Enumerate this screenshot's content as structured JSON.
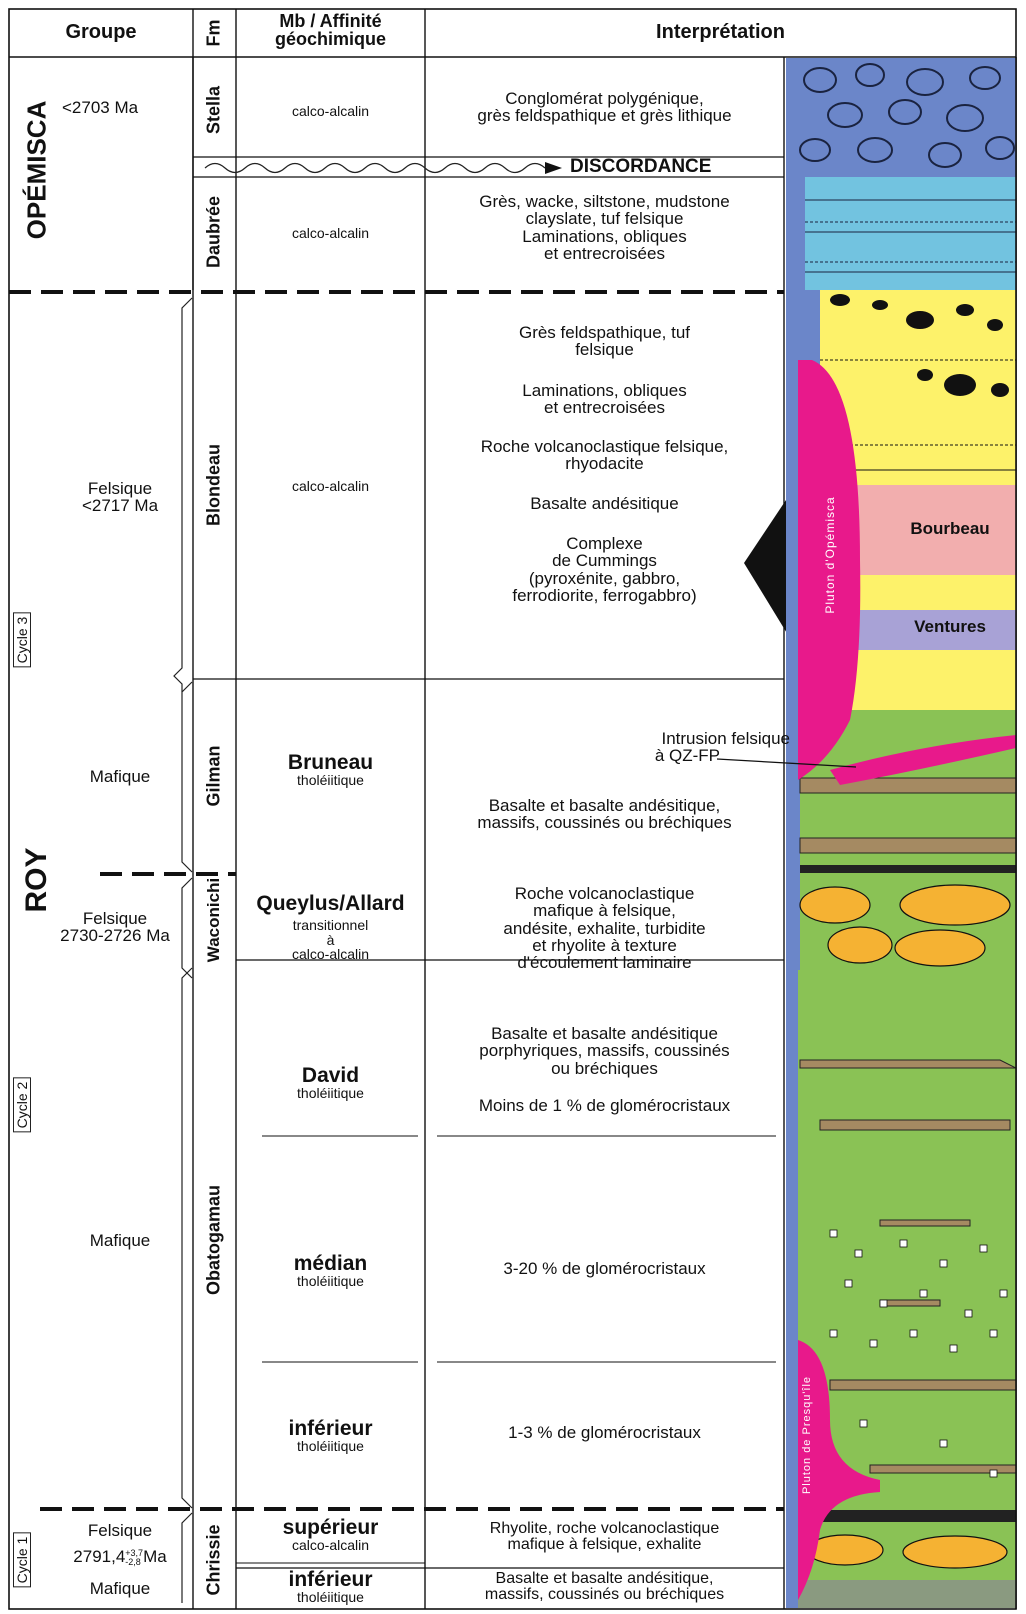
{
  "headers": {
    "groupe": "Groupe",
    "fm": "Fm",
    "mb_line1": "Mb / Affinité",
    "mb_line2": "géochimique",
    "interpretation": "Interprétation"
  },
  "groups": {
    "opemisca": "OPÉMISCA",
    "opemisca_age": "<2703 Ma",
    "roy": "ROY",
    "roy_felsique_1": "Felsique",
    "roy_felsique_1_age": "<2717 Ma",
    "roy_mafique_1": "Mafique",
    "roy_felsique_2": "Felsique",
    "roy_felsique_2_age": "2730-2726 Ma",
    "roy_mafique_2": "Mafique",
    "chrissie_felsique": "Felsique",
    "chrissie_age_base": "2791,4",
    "chrissie_age_plus": "+3,7",
    "chrissie_age_minus": "-2,8",
    "chrissie_age_unit": "Ma",
    "chrissie_mafique": "Mafique"
  },
  "cycles": {
    "cycle3": "Cycle 3",
    "cycle2": "Cycle 2",
    "cycle1": "Cycle 1"
  },
  "formations": {
    "stella": "Stella",
    "daubree": "Daubrée",
    "blondeau": "Blondeau",
    "gilman": "Gilman",
    "waconichi": "Waconichi",
    "obatogamau": "Obatogamau",
    "chrissie": "Chrissie"
  },
  "members": {
    "stella_aff": "calco-alcalin",
    "daubree_aff": "calco-alcalin",
    "blondeau_aff": "calco-alcalin",
    "bruneau": "Bruneau",
    "bruneau_aff": "tholéiitique",
    "queylus": "Queylus/Allard",
    "queylus_aff1": "transitionnel",
    "queylus_aff2": "à",
    "queylus_aff3": "calco-alcalin",
    "david": "David",
    "david_aff": "tholéiitique",
    "median": "médian",
    "median_aff": "tholéiitique",
    "inferieur_obat": "inférieur",
    "inferieur_obat_aff": "tholéiitique",
    "superieur": "supérieur",
    "superieur_aff": "calco-alcalin",
    "inferieur_chr": "inférieur",
    "inferieur_chr_aff": "tholéiitique"
  },
  "interpretation": {
    "stella_1": "Conglomérat polygénique,",
    "stella_2": "grès feldspathique et grès lithique",
    "discordance": "DISCORDANCE",
    "daubree_1": "Grès, wacke, siltstone, mudstone",
    "daubree_2": "clayslate, tuf felsique",
    "daubree_3": "Laminations, obliques",
    "daubree_4": "et entrecroisées",
    "blondeau_1": "Grès feldspathique, tuf",
    "blondeau_2": "felsique",
    "blondeau_3": "Laminations, obliques",
    "blondeau_4": "et entrecroisées",
    "blondeau_5": "Roche volcanoclastique felsique,",
    "blondeau_6": "rhyodacite",
    "blondeau_7": "Basalte andésitique",
    "blondeau_8": "Complexe",
    "blondeau_9": "de Cummings",
    "blondeau_10": "(pyroxénite, gabbro,",
    "blondeau_11": "ferrodiorite, ferrogabbro)",
    "gilman_intr_1": "Intrusion felsique",
    "gilman_intr_2": "à QZ-FP",
    "gilman_1": "Basalte et basalte andésitique,",
    "gilman_2": "massifs, coussinés ou bréchiques",
    "waconichi_1": "Roche volcanoclastique",
    "waconichi_2": "mafique à felsique,",
    "waconichi_3": "andésite, exhalite, turbidite",
    "waconichi_4": "et rhyolite à texture",
    "waconichi_5": "d'écoulement laminaire",
    "david_1": "Basalte et basalte andésitique",
    "david_2": "porphyriques, massifs, coussinés",
    "david_3": "ou bréchiques",
    "david_4": "Moins de 1 % de glomérocristaux",
    "median_1": "3-20 % de glomérocristaux",
    "inferieur_1": "1-3 % de glomérocristaux",
    "superieur_1": "Rhyolite, roche volcanoclastique",
    "superieur_2": "mafique à felsique, exhalite",
    "chr_inf_1": "Basalte et basalte andésitique,",
    "chr_inf_2": "massifs, coussinés ou bréchiques"
  },
  "column_labels": {
    "bourbeau": "Bourbeau",
    "ventures": "Ventures",
    "pluton_opemisca": "Pluton d'Opémisca",
    "pluton_presquile": "Pluton de Presqu'île"
  },
  "colors": {
    "blue": "#6b86c9",
    "yellow": "#fdf26a",
    "green": "#8ac255",
    "magenta": "#e8198b",
    "salmon": "#f2aeae",
    "violet": "#a8a2d6",
    "aqua": "#72c3e0",
    "orange": "#f5b233",
    "brown": "#a58a62"
  }
}
